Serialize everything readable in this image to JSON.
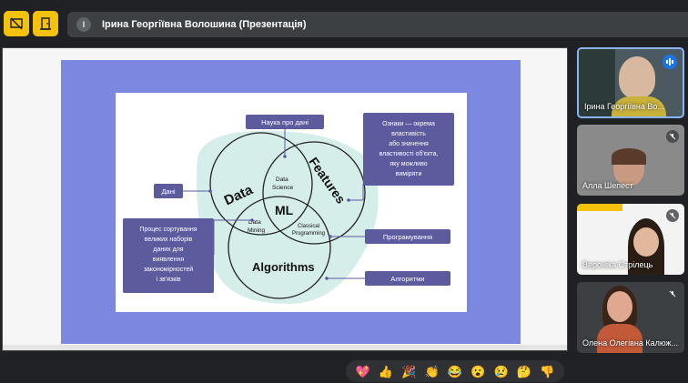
{
  "header": {
    "presenter_initial": "І",
    "presenter_title": "Ірина Георгіївна Волошина (Презентація)"
  },
  "slide": {
    "venn": {
      "data": "Data",
      "features": "Features",
      "algorithms": "Algorithms",
      "data_science": [
        "Data",
        "Science"
      ],
      "ml": "ML",
      "data_mining": [
        "Data",
        "Mining"
      ],
      "classical_programming": [
        "Classical",
        "Programming"
      ]
    },
    "callouts": {
      "science": "Наука про дані",
      "features_def": [
        "Ознаки — окрема",
        "властивість",
        "або значення",
        "властивості об'єкта,",
        "яку можливо",
        "виміряти"
      ],
      "data": "Дані",
      "mining_def": [
        "Процес сортування",
        "великих наборів",
        "даних для",
        "виявлення",
        "закономірностей",
        "і зв'язків"
      ],
      "programming": "Програмування",
      "algorithms": "Алгоритми"
    }
  },
  "participants": [
    {
      "name": "Ірина Георгіївна Во...",
      "state": "speaking"
    },
    {
      "name": "Алла Шепест",
      "state": "muted"
    },
    {
      "name": "Вероніка Стрілець",
      "state": "muted"
    },
    {
      "name": "Олена Олегівна Калюж...",
      "state": "muted"
    }
  ],
  "reactions": [
    "💖",
    "👍",
    "🎉",
    "👏",
    "😂",
    "😮",
    "😢",
    "🤔",
    "👎"
  ],
  "colors": {
    "accent": "#f4c20d",
    "callout": "#5c5b9e",
    "venn_bg": "#d5eeea",
    "slide_frame": "#7a88e0",
    "speaking": "#1a73e8"
  }
}
